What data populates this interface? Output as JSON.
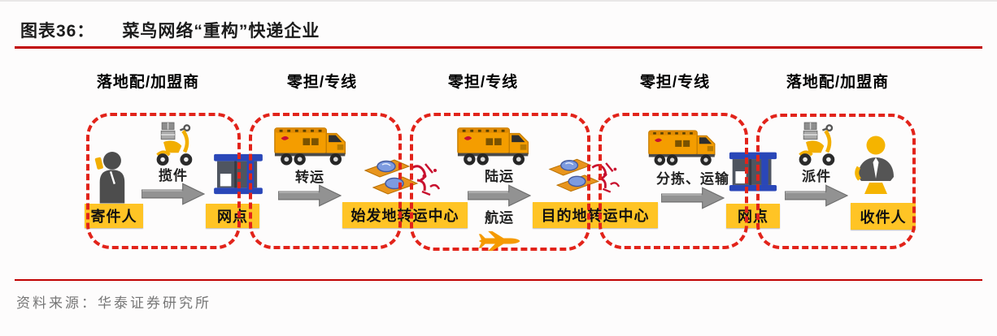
{
  "header": {
    "figure_label": "图表36：",
    "title": "菜鸟网络“重构”快递企业"
  },
  "stages": [
    {
      "label": "落地配/加盟商"
    },
    {
      "label": "零担/专线"
    },
    {
      "label": "零担/专线"
    },
    {
      "label": "零担/专线"
    },
    {
      "label": "落地配/加盟商"
    }
  ],
  "flow": {
    "nodes": [
      {
        "label": "寄件人"
      },
      {
        "label": "网点"
      },
      {
        "label": "始发地转运中心"
      },
      {
        "label": "目的地转运中心"
      },
      {
        "label": "网点"
      },
      {
        "label": "收件人"
      }
    ],
    "arrows": [
      {
        "label": "揽件"
      },
      {
        "label": "转运"
      },
      {
        "label": "陆运",
        "sublabel": "航运"
      },
      {
        "label": "分拣、运输"
      },
      {
        "label": "派件"
      }
    ]
  },
  "footer": {
    "source_label": "资料来源：",
    "source_value": "华泰证券研究所"
  },
  "colors": {
    "dash_red": "#e2231a",
    "rule_red": "#c00000",
    "node_yellow": "#FFC425",
    "arrow_gray": "#929292",
    "truck_orange": "#F49D00",
    "store_blue": "#2A47B8",
    "text_dark": "#1b1b1b",
    "source_gray": "#767676"
  }
}
